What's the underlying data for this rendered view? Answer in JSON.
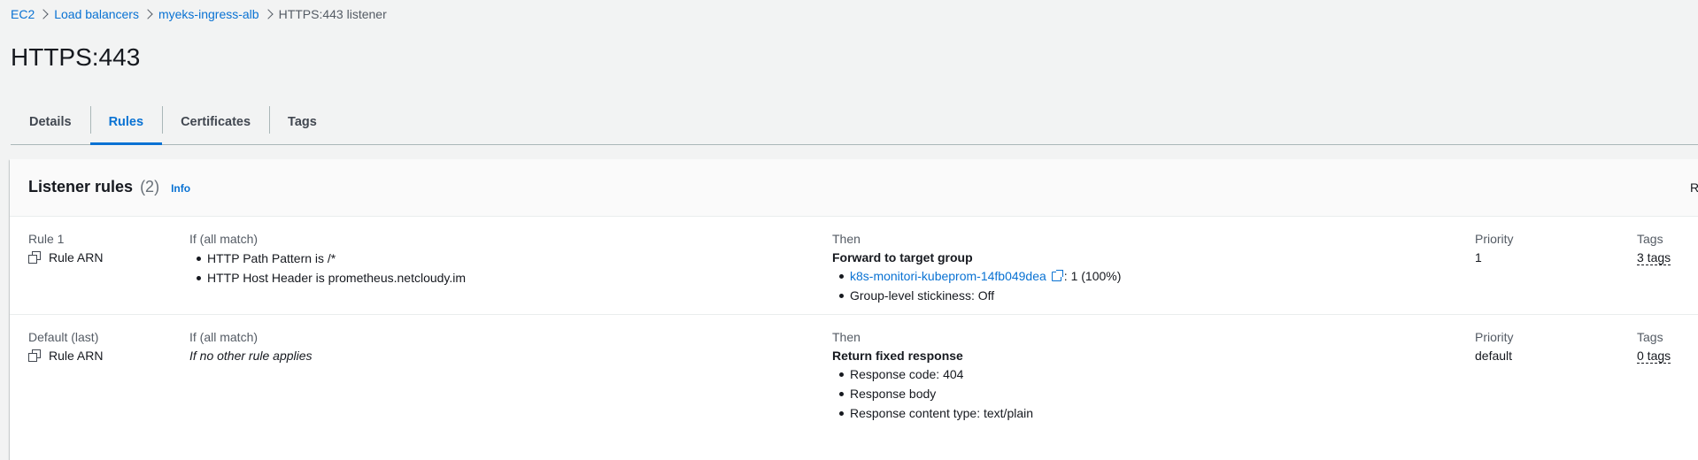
{
  "breadcrumb": {
    "items": [
      "EC2",
      "Load balancers",
      "myeks-ingress-alb"
    ],
    "current": "HTTPS:443 listener"
  },
  "page": {
    "title": "HTTPS:443"
  },
  "tabs": [
    "Details",
    "Rules",
    "Certificates",
    "Tags"
  ],
  "active_tab": "Rules",
  "panel": {
    "title": "Listener rules",
    "count": "(2)",
    "info": "Info",
    "action_clipped": "R"
  },
  "columns": {
    "if": "If (all match)",
    "then": "Then",
    "priority": "Priority",
    "tags": "Tags"
  },
  "rules": [
    {
      "name": "Rule 1",
      "arn_label": "Rule ARN",
      "conditions": [
        "HTTP Path Pattern is /*",
        "HTTP Host Header is prometheus.netcloudy.im"
      ],
      "action": "Forward to target group",
      "target_group": "k8s-monitori-kubeprom-14fb049dea",
      "target_weight": ": 1 (100%)",
      "stickiness": "Group-level stickiness: Off",
      "priority": "1",
      "tags": "3 tags"
    },
    {
      "name": "Default (last)",
      "arn_label": "Rule ARN",
      "condition_text": "If no other rule applies",
      "action": "Return fixed response",
      "details": [
        "Response code: 404",
        "Response body",
        "Response content type: text/plain"
      ],
      "priority": "default",
      "tags": "0 tags"
    }
  ],
  "colors": {
    "link": "#0972d3",
    "text": "#16191f",
    "background": "#f2f3f3"
  },
  "icons": [
    "chevron-right-icon",
    "copy-icon",
    "external-link-icon"
  ]
}
